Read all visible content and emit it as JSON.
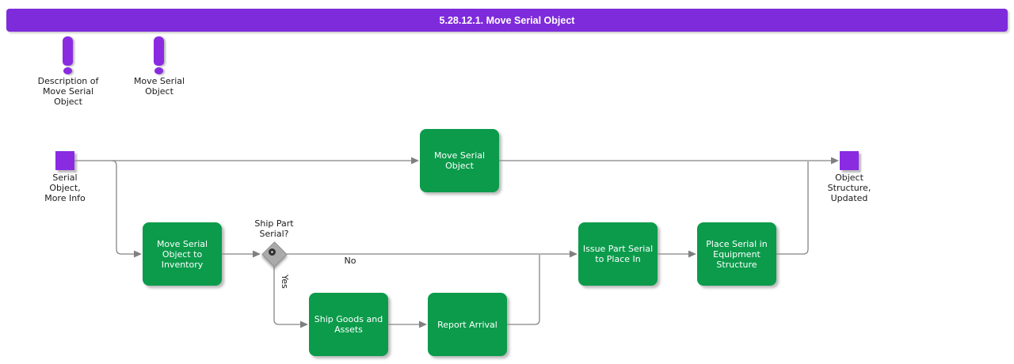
{
  "title": "5.28.12.1. Move Serial Object",
  "colors": {
    "title_bar_purple": "#7e2bdb",
    "node_purple": "#8a2be2",
    "activity_green": "#0b9b4b",
    "connector_gray": "#858585",
    "decision_gray": "#aaaaaa",
    "text_dark": "#1a1a1a",
    "text_on_fill": "#ffffff"
  },
  "notes": [
    {
      "icon": "exclamation-icon",
      "label": "Description of\nMove Serial\nObject"
    },
    {
      "icon": "exclamation-icon",
      "label": "Move Serial\nObject"
    }
  ],
  "flow": {
    "start": {
      "label": "Serial\nObject,\nMore Info"
    },
    "end": {
      "label": "Object\nStructure,\nUpdated"
    },
    "activities": [
      {
        "label": "Move Serial\nObject"
      },
      {
        "label": "Move Serial\nObject to\nInventory"
      },
      {
        "label": "Ship Goods and\nAssets"
      },
      {
        "label": "Report Arrival"
      },
      {
        "label": "Issue Part Serial\nto Place In"
      },
      {
        "label": "Place Serial in\nEquipment\nStructure"
      }
    ],
    "decision": {
      "label": "Ship Part\nSerial?",
      "branch_no": "No",
      "branch_yes": "Yes"
    }
  }
}
